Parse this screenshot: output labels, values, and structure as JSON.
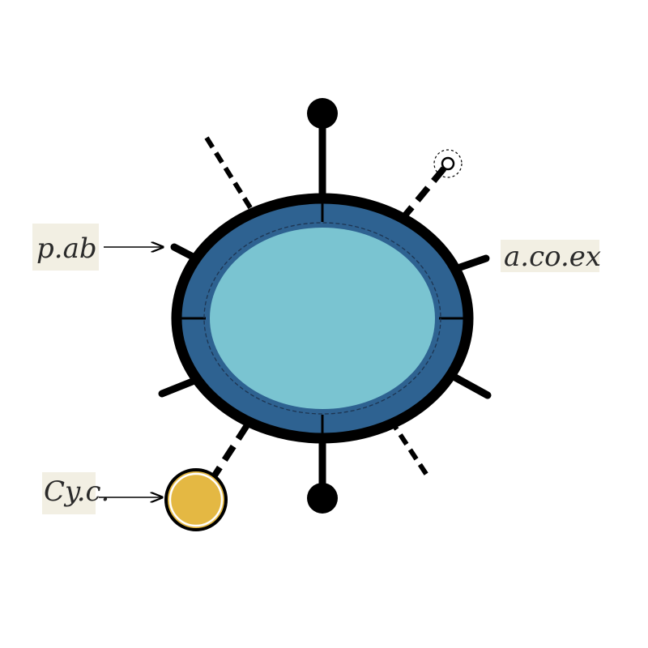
{
  "labels": {
    "left_upper": "p.ab",
    "right": "a.co.ex",
    "left_lower": "Cy.c."
  },
  "colors": {
    "outline": "#000000",
    "outer_ring": "#2E6291",
    "inner_fill": "#7AC4D1",
    "gold_dot": "#E4B843",
    "label_bg": "#F2EFE3",
    "background": "#FFFFFF"
  }
}
